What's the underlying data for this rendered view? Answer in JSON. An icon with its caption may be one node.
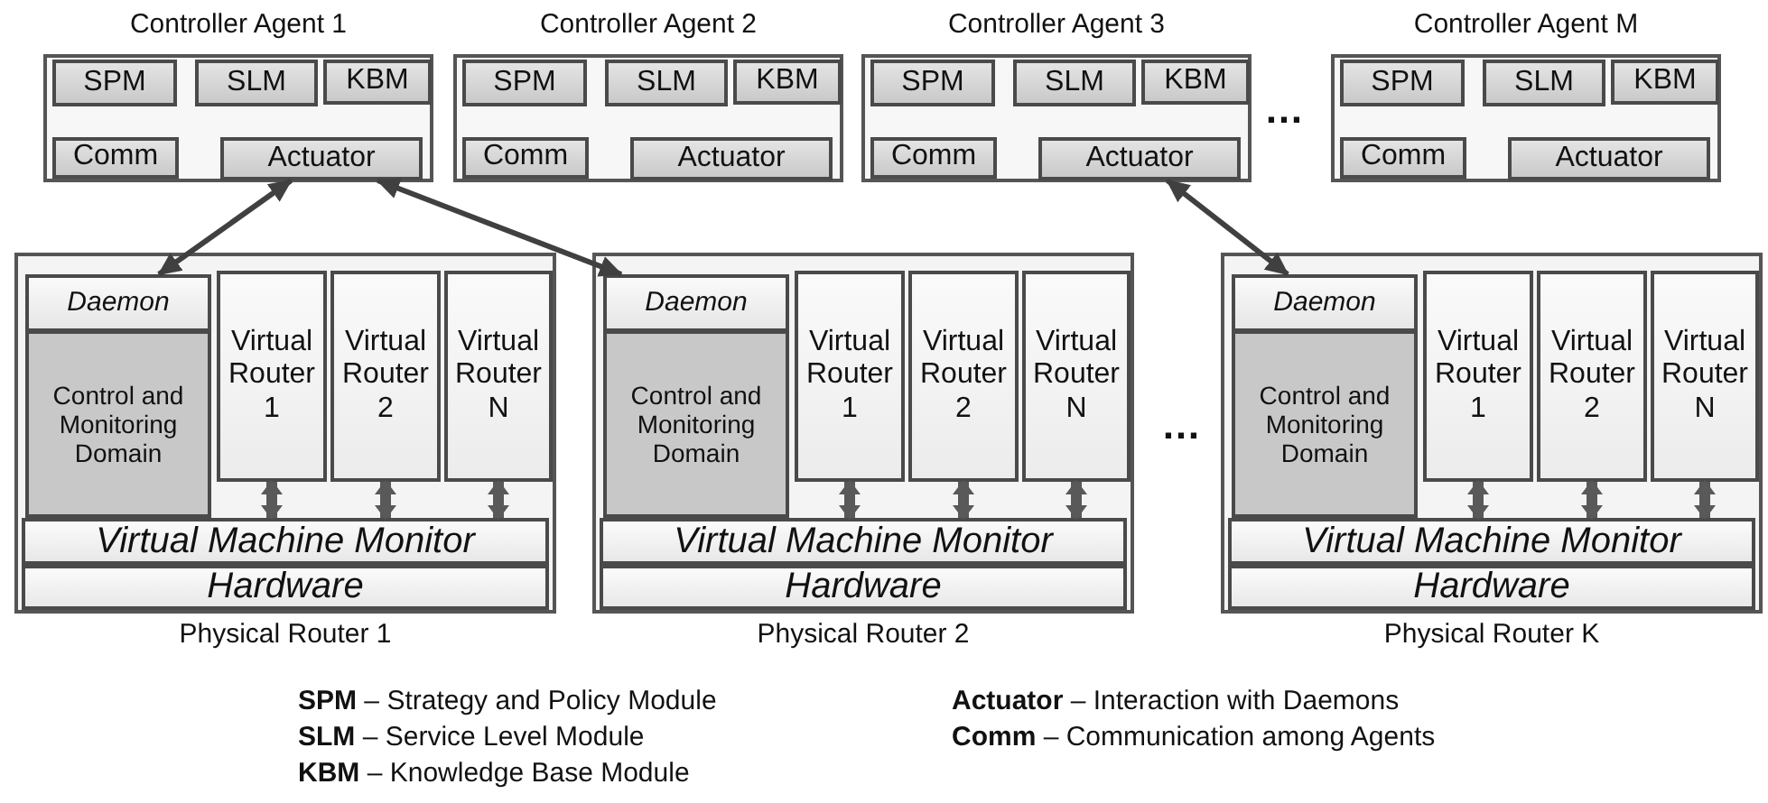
{
  "diagram": {
    "nodes": [
      {
        "text": [
          "Controller Agent 1"
        ]
      },
      {
        "text": [
          "SPM"
        ],
        "in": 0
      },
      {
        "text": [
          "SLM"
        ],
        "in": 0
      },
      {
        "text": [
          "KBM"
        ],
        "in": 0
      },
      {
        "text": [
          "Comm"
        ],
        "in": 0
      },
      {
        "text": [
          "Actuator"
        ],
        "in": 0
      },
      {
        "text": [
          "Controller Agent 2"
        ]
      },
      {
        "text": [
          "SPM"
        ],
        "in": 6
      },
      {
        "text": [
          "SLM"
        ],
        "in": 6
      },
      {
        "text": [
          "KBM"
        ],
        "in": 6
      },
      {
        "text": [
          "Comm"
        ],
        "in": 6
      },
      {
        "text": [
          "Actuator"
        ],
        "in": 6
      },
      {
        "text": [
          "Controller Agent 3"
        ]
      },
      {
        "text": [
          "SPM"
        ],
        "in": 12
      },
      {
        "text": [
          "SLM"
        ],
        "in": 12
      },
      {
        "text": [
          "KBM"
        ],
        "in": 12
      },
      {
        "text": [
          "Comm"
        ],
        "in": 12
      },
      {
        "text": [
          "Actuator"
        ],
        "in": 12
      },
      {
        "text": [
          "Controller Agent M"
        ]
      },
      {
        "text": [
          "SPM"
        ],
        "in": 18
      },
      {
        "text": [
          "SLM"
        ],
        "in": 18
      },
      {
        "text": [
          "KBM"
        ],
        "in": 18
      },
      {
        "text": [
          "Comm"
        ],
        "in": 18
      },
      {
        "text": [
          "Actuator"
        ],
        "in": 18
      },
      {
        "text": [
          "Physical Router 1"
        ]
      },
      {
        "text": [
          "Daemon"
        ],
        "in": 24
      },
      {
        "text": [
          "Control and Monitoring Domain"
        ],
        "in": 24
      },
      {
        "text": [
          "Virtual Router 1"
        ],
        "in": 24
      },
      {
        "text": [
          "Virtual Router 2"
        ],
        "in": 24
      },
      {
        "text": [
          "Virtual Router N"
        ],
        "in": 24
      },
      {
        "text": [
          "Virtual Machine Monitor"
        ],
        "in": 24
      },
      {
        "text": [
          "Hardware"
        ],
        "in": 24
      },
      {
        "text": [
          "Physical Router 2"
        ]
      },
      {
        "text": [
          "Daemon"
        ],
        "in": 32
      },
      {
        "text": [
          "Control and Monitoring Domain"
        ],
        "in": 32
      },
      {
        "text": [
          "Virtual Router 1"
        ],
        "in": 32
      },
      {
        "text": [
          "Virtual Router 2"
        ],
        "in": 32
      },
      {
        "text": [
          "Virtual Router N"
        ],
        "in": 32
      },
      {
        "text": [
          "Virtual Machine Monitor"
        ],
        "in": 32
      },
      {
        "text": [
          "Hardware"
        ],
        "in": 32
      },
      {
        "text": [
          "Physical Router K"
        ]
      },
      {
        "text": [
          "Daemon"
        ],
        "in": 40
      },
      {
        "text": [
          "Control and Monitoring Domain"
        ],
        "in": 40
      },
      {
        "text": [
          "Virtual Router 1"
        ],
        "in": 40
      },
      {
        "text": [
          "Virtual Router 2"
        ],
        "in": 40
      },
      {
        "text": [
          "Virtual Router N"
        ],
        "in": 40
      },
      {
        "text": [
          "Virtual Machine Monitor"
        ],
        "in": 40
      },
      {
        "text": [
          "Hardware"
        ],
        "in": 40
      }
    ],
    "edges": [
      {
        "from": 5,
        "to": 25,
        "arrow": "both"
      },
      {
        "from": 5,
        "to": 33,
        "arrow": "both"
      },
      {
        "from": 17,
        "to": 41,
        "arrow": "both"
      },
      {
        "from": 27,
        "to": 30,
        "arrow": "both"
      },
      {
        "from": 28,
        "to": 30,
        "arrow": "both"
      },
      {
        "from": 29,
        "to": 30,
        "arrow": "both"
      },
      {
        "from": 35,
        "to": 38,
        "arrow": "both"
      },
      {
        "from": 36,
        "to": 38,
        "arrow": "both"
      },
      {
        "from": 37,
        "to": 38,
        "arrow": "both"
      },
      {
        "from": 43,
        "to": 46,
        "arrow": "both"
      },
      {
        "from": 44,
        "to": 46,
        "arrow": "both"
      },
      {
        "from": 45,
        "to": 46,
        "arrow": "both"
      }
    ],
    "labels": [
      "…",
      "…",
      "**SPM** – Strategy and Policy Module",
      "**Actuator** – Interaction with Daemons",
      "**SLM** – Service Level Module",
      "**Comm** – Communication among Agents",
      "**KBM** – Knowledge Base Module"
    ]
  }
}
